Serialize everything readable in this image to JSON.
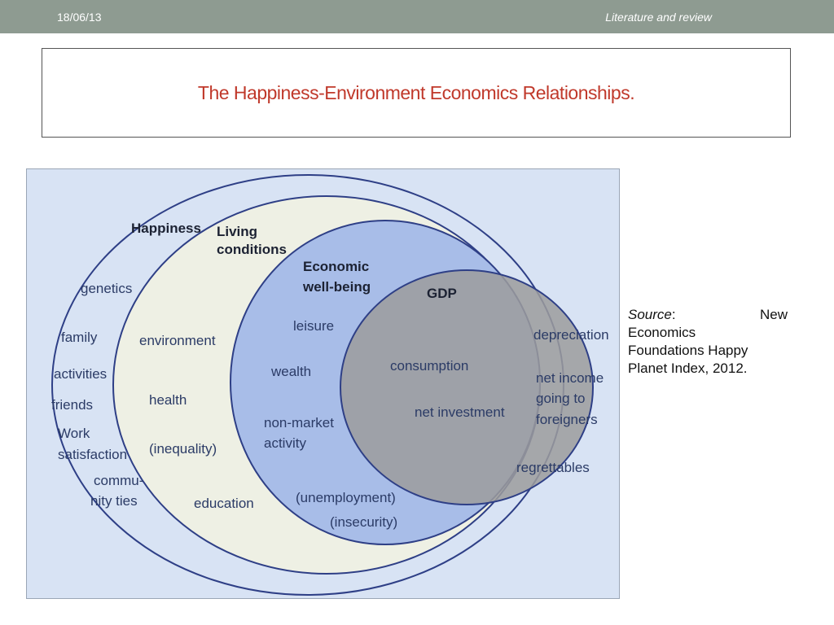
{
  "header": {
    "date": "18/06/13",
    "section": "Literature and review"
  },
  "slide": {
    "title": "The Happiness-Environment Economics Relationships."
  },
  "diagram": {
    "sets": {
      "happiness": "Happiness",
      "living_line1": "Living",
      "living_line2": "conditions",
      "economic_line1": "Economic",
      "economic_line2": "well-being",
      "gdp": "GDP"
    },
    "happiness_items": {
      "genetics": "genetics",
      "family": "family",
      "activities": "activities",
      "friends": "friends",
      "work1": "Work",
      "work2": "satisfaction",
      "community1": "commu-",
      "community2": "nity ties"
    },
    "living_items": {
      "environment": "environment",
      "health": "health",
      "inequality": "(inequality)",
      "education": "education"
    },
    "economic_items": {
      "leisure": "leisure",
      "wealth": "wealth",
      "nonmarket1": "non-market",
      "nonmarket2": "activity",
      "unemployment": "(unemployment)",
      "insecurity": "(insecurity)"
    },
    "gdp_items": {
      "consumption": "consumption",
      "net_investment": "net investment",
      "depreciation": "depreciation",
      "net_income1": "net income",
      "net_income2": "going to",
      "net_income3": "foreigners",
      "regrettables": "regrettables"
    },
    "colors": {
      "background": "#d8e3f4",
      "outline": "#2e3f86",
      "living_fill": "#eef0e4",
      "economic_fill": "#a8bde8",
      "gdp_fill": "#9c9c9c"
    }
  },
  "source": {
    "key": "Source",
    "colon": ":",
    "word_new": "New",
    "line2": "Economics",
    "line3": "Foundations Happy",
    "line4": "Planet Index, 2012."
  }
}
